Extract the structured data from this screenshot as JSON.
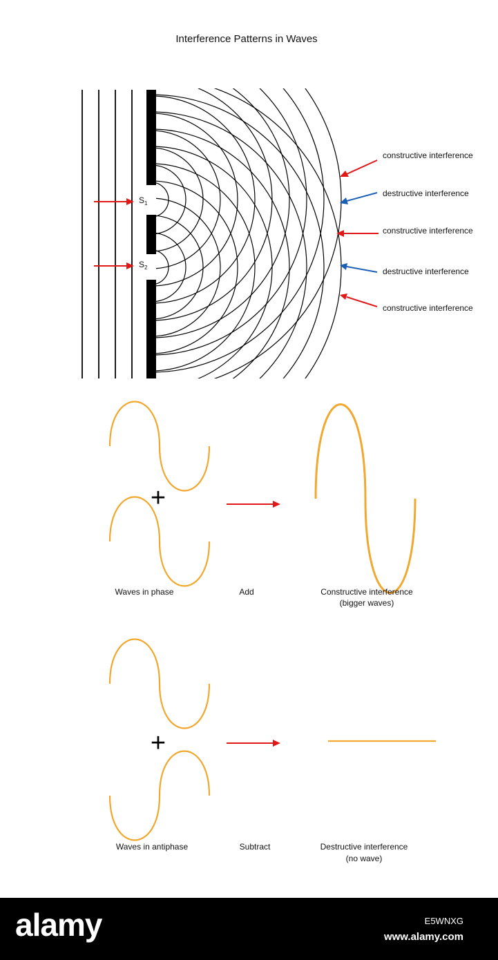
{
  "title": "Interference Patterns in Waves",
  "colors": {
    "ink": "#000000",
    "wave": "#f0a830",
    "arrow_red": "#e01818",
    "arrow_blue": "#1a5fb4",
    "footer_bg": "#000000"
  },
  "slit_labels": [
    {
      "base": "S",
      "sub": "1"
    },
    {
      "base": "S",
      "sub": "2"
    }
  ],
  "interference_labels": [
    {
      "text": "constructive interference",
      "kind": "constructive"
    },
    {
      "text": "destructive interference",
      "kind": "destructive"
    },
    {
      "text": "constructive interference",
      "kind": "constructive"
    },
    {
      "text": "destructive interference",
      "kind": "destructive"
    },
    {
      "text": "constructive interference",
      "kind": "constructive"
    }
  ],
  "in_phase": {
    "operator": "+",
    "waves_label": "Waves in phase",
    "operation_label": "Add",
    "result_label_line1": "Constructive interference",
    "result_label_line2": "(bigger waves)"
  },
  "antiphase": {
    "operator": "+",
    "waves_label": "Waves in antiphase",
    "operation_label": "Subtract",
    "result_label_line1": "Destructive interference",
    "result_label_line2": "(no wave)"
  },
  "footer": {
    "logo": "alamy",
    "image_id": "E5WNXG",
    "site": "www.alamy.com"
  }
}
